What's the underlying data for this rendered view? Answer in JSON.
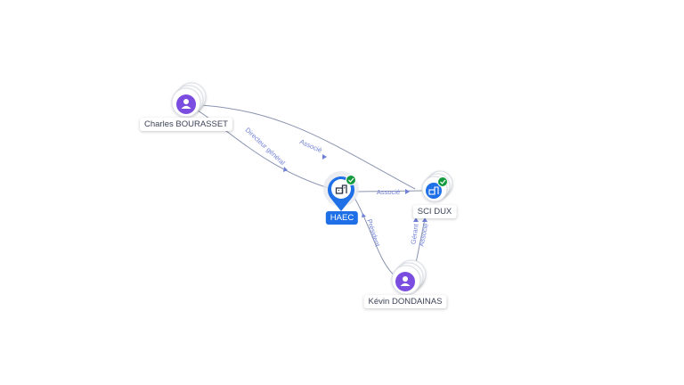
{
  "colors": {
    "person": "#7a4de0",
    "company": "#1f6fe6",
    "verified": "#149a3e",
    "edge": "#8a94b0",
    "edge_label": "#6f7fd6"
  },
  "nodes": {
    "charles": {
      "label": "Charles BOURASSET",
      "icon": "person-icon"
    },
    "haec": {
      "label": "HAEC",
      "icon": "building-icon",
      "verified": true
    },
    "scidux": {
      "label": "SCI DUX",
      "icon": "building-icon",
      "verified": true
    },
    "kevin": {
      "label": "Kévin DONDAINAS",
      "icon": "person-icon"
    }
  },
  "edges": {
    "charles_scidux": "Associé",
    "charles_haec": "Directeur général",
    "haec_scidux": "Associé",
    "haec_kevin": "Président",
    "kevin_scidux_gerant": "Gérant",
    "kevin_scidux_associe": "Associé"
  }
}
